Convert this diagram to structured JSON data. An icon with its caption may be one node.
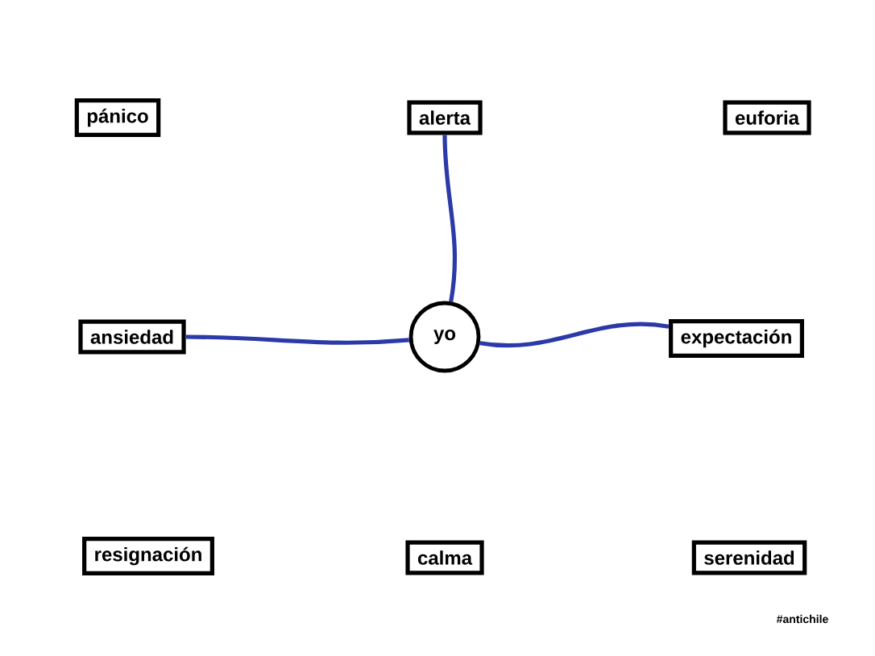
{
  "diagram": {
    "nodes": [
      {
        "text": [
          "pánico"
        ]
      },
      {
        "text": [
          "alerta"
        ]
      },
      {
        "text": [
          "euforia"
        ]
      },
      {
        "text": [
          "ansiedad"
        ]
      },
      {
        "text": [
          "yo"
        ]
      },
      {
        "text": [
          "expectación"
        ]
      },
      {
        "text": [
          "resignación"
        ]
      },
      {
        "text": [
          "calma"
        ]
      },
      {
        "text": [
          "serenidad"
        ]
      }
    ],
    "edges": [
      {
        "from": 4,
        "to": 1,
        "arrow": "none"
      },
      {
        "from": 4,
        "to": 3,
        "arrow": "none"
      },
      {
        "from": 4,
        "to": 5,
        "arrow": "none"
      }
    ],
    "labels": [
      "#antichile"
    ]
  }
}
